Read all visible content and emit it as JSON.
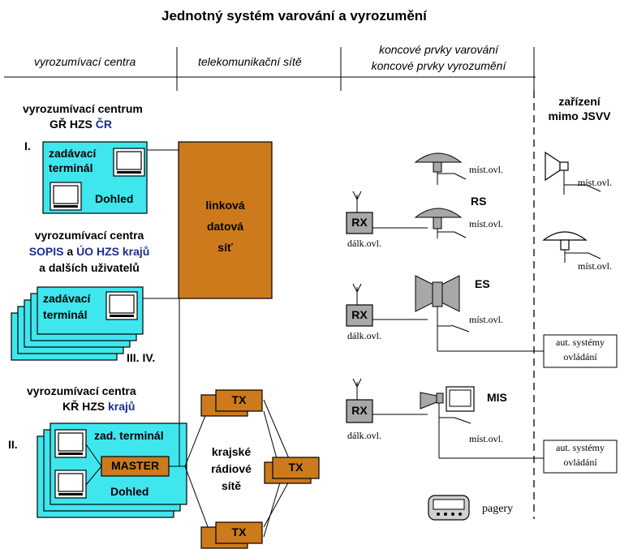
{
  "title": "Jednotný systém varování a vyrozumění",
  "columns": {
    "col1": "vyrozumívací centra",
    "col2": "telekomunikační sítě",
    "col3_line1": "koncové prvky varování",
    "col3_line2": "koncové prvky vyrozumění",
    "col4_line1": "zařízení",
    "col4_line2": "mimo JSVV"
  },
  "centers": {
    "gr_line1": "vyrozumívací centrum",
    "gr_line2_a": "GŘ HZS ",
    "gr_line2_b": "ČR",
    "gr_roman": "I.",
    "zad_line1": "zadávací",
    "zad_line2": "terminál",
    "dohled": "Dohled",
    "sopis_line1": "vyrozumívací centra",
    "sopis_line2_a": "SOPIS",
    "sopis_line2_b": " a ",
    "sopis_line2_c": "ÚO HZS krajů",
    "sopis_line3": "a dalších uživatelů",
    "sopis_roman": "III. IV.",
    "kr_line1": "vyrozumívací  centra",
    "kr_line2_a": "KŘ HZS ",
    "kr_line2_b": "krajů",
    "kr_roman": "II.",
    "zad_terminal": "zad. terminál",
    "master": "MASTER",
    "dohled2": "Dohled"
  },
  "network": {
    "line1": "linková",
    "line2": "datová",
    "line3": "síť"
  },
  "radio": {
    "line1": "krajské",
    "line2": "rádiové",
    "line3": "sítě",
    "tx": "TX"
  },
  "endpoints": {
    "rx": "RX",
    "rs": "RS",
    "es": "ES",
    "mis": "MIS",
    "local": "míst.ovl.",
    "remote": "dálk.ovl.",
    "pagery": "pagery"
  },
  "external": {
    "auto_line1": "aut. systémy",
    "auto_line2": "ovládání"
  },
  "colors": {
    "cyan": "#3fe6ee",
    "orange": "#cc7a1c",
    "gray": "#a8a8a8",
    "dark_blue": "#1a2e8a"
  }
}
